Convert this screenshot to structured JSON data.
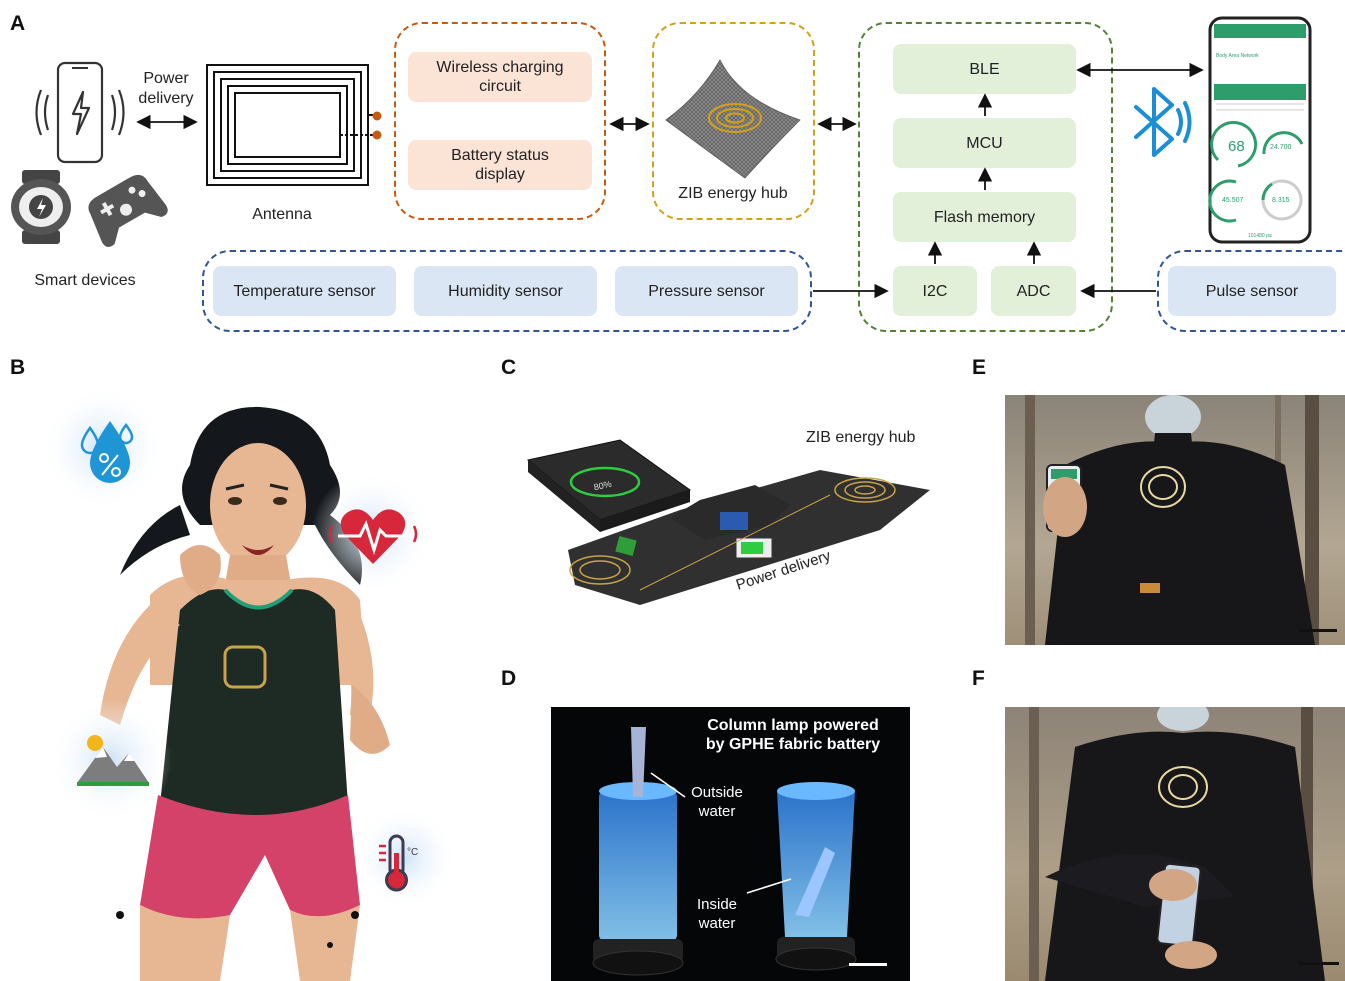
{
  "panels": {
    "a": "A",
    "b": "B",
    "c": "C",
    "d": "D",
    "e": "E",
    "f": "F"
  },
  "panel_a": {
    "power_delivery": [
      "Power",
      "delivery"
    ],
    "smart_devices": "Smart devices",
    "antenna": "Antenna",
    "wireless_charging": "Wireless charging circuit",
    "battery_status": [
      "Battery status",
      "display"
    ],
    "zib_hub": "ZIB energy hub",
    "ble": "BLE",
    "mcu": "MCU",
    "flash": "Flash memory",
    "i2c": "I2C",
    "adc": "ADC",
    "temperature_sensor": "Temperature sensor",
    "humidity_sensor": "Humidity sensor",
    "pressure_sensor": "Pressure sensor",
    "pulse_sensor": "Pulse sensor",
    "phone_readings": {
      "header": "Body Area Network",
      "pulse": "68",
      "temp": "24.700",
      "humidity": "45.507",
      "pressure": "8.315",
      "footer": "101480 pa"
    }
  },
  "panel_c": {
    "zib_hub": "ZIB energy hub",
    "power_delivery": "Power delivery",
    "battery_percent": "80%"
  },
  "panel_d": {
    "title": [
      "Column lamp powered",
      "by GPHE fabric battery"
    ],
    "outside": [
      "Outside",
      "water"
    ],
    "inside": [
      "Inside",
      "water"
    ]
  },
  "colors": {
    "orange_dash": "#c55a11",
    "yellow_dash": "#d4a017",
    "green_dash": "#548235",
    "blue_dash": "#2f5597",
    "orange_fill": "#fbe3d6",
    "green_fill": "#e2f0d9",
    "blue_fill": "#dae6f3",
    "bluetooth": "#1a8fd6"
  },
  "icons": [
    "phone-charging-icon",
    "smartwatch-icon",
    "gamepad-icon",
    "bluetooth-icon",
    "water-drop-icon",
    "heart-pulse-icon",
    "mountain-sun-icon",
    "thermometer-icon"
  ]
}
